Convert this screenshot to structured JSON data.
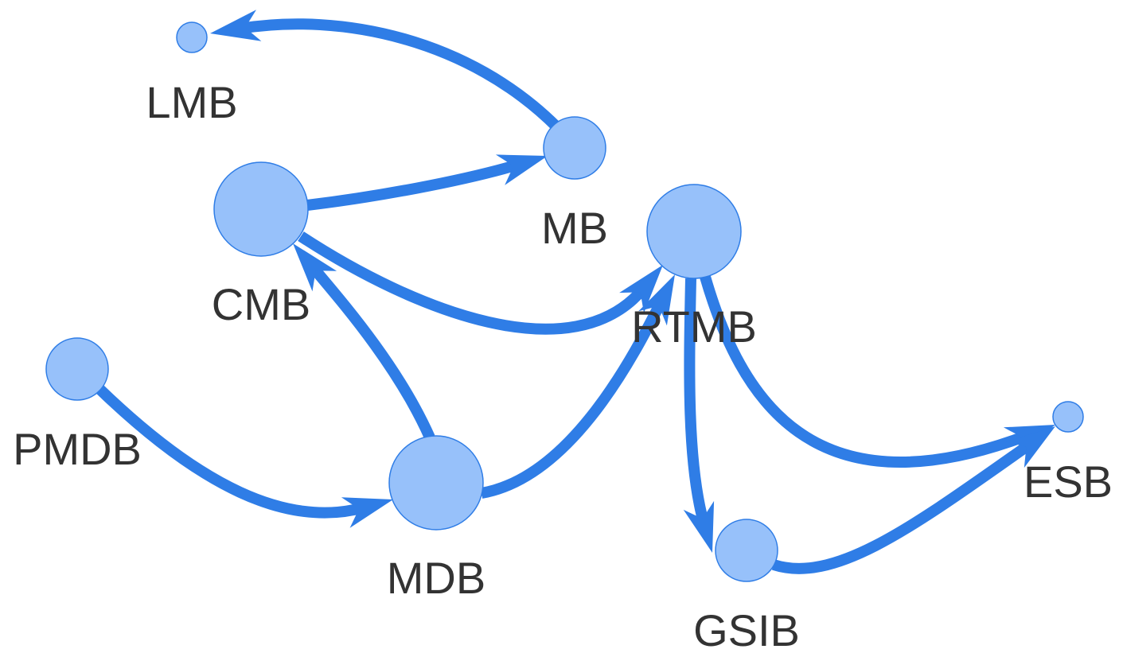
{
  "colors": {
    "edge": "#2f7de6",
    "node_fill": "#97c1fa",
    "node_stroke": "#2f7de6",
    "label": "#333333"
  },
  "nodes": [
    {
      "id": "LMB",
      "label": "LMB"
    },
    {
      "id": "MB",
      "label": "MB"
    },
    {
      "id": "CMB",
      "label": "CMB"
    },
    {
      "id": "RTMB",
      "label": "RTMB"
    },
    {
      "id": "PMDB",
      "label": "PMDB"
    },
    {
      "id": "MDB",
      "label": "MDB"
    },
    {
      "id": "GSIB",
      "label": "GSIB"
    },
    {
      "id": "ESB",
      "label": "ESB"
    }
  ],
  "edges": [
    {
      "from": "MB",
      "to": "LMB"
    },
    {
      "from": "CMB",
      "to": "MB"
    },
    {
      "from": "CMB",
      "to": "RTMB"
    },
    {
      "from": "MDB",
      "to": "CMB"
    },
    {
      "from": "PMDB",
      "to": "MDB"
    },
    {
      "from": "MDB",
      "to": "RTMB"
    },
    {
      "from": "RTMB",
      "to": "GSIB"
    },
    {
      "from": "RTMB",
      "to": "ESB"
    },
    {
      "from": "GSIB",
      "to": "ESB"
    }
  ]
}
